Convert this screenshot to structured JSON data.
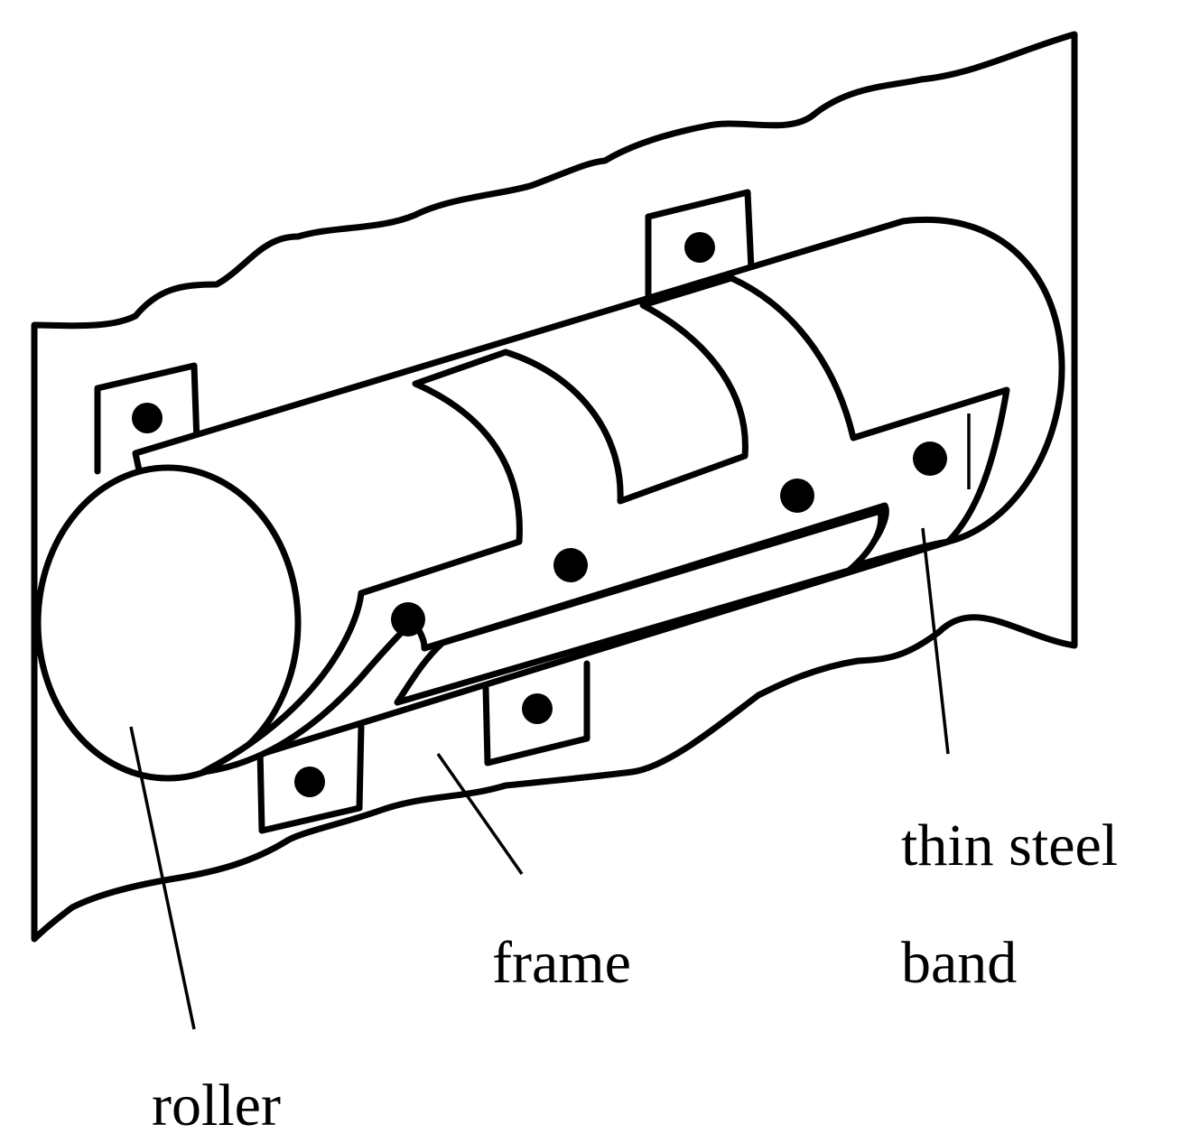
{
  "labels": {
    "roller": "roller",
    "frame": "frame",
    "band_line1": "thin steel",
    "band_line2": "band"
  },
  "colors": {
    "ink": "#000000",
    "background": "#ffffff"
  }
}
